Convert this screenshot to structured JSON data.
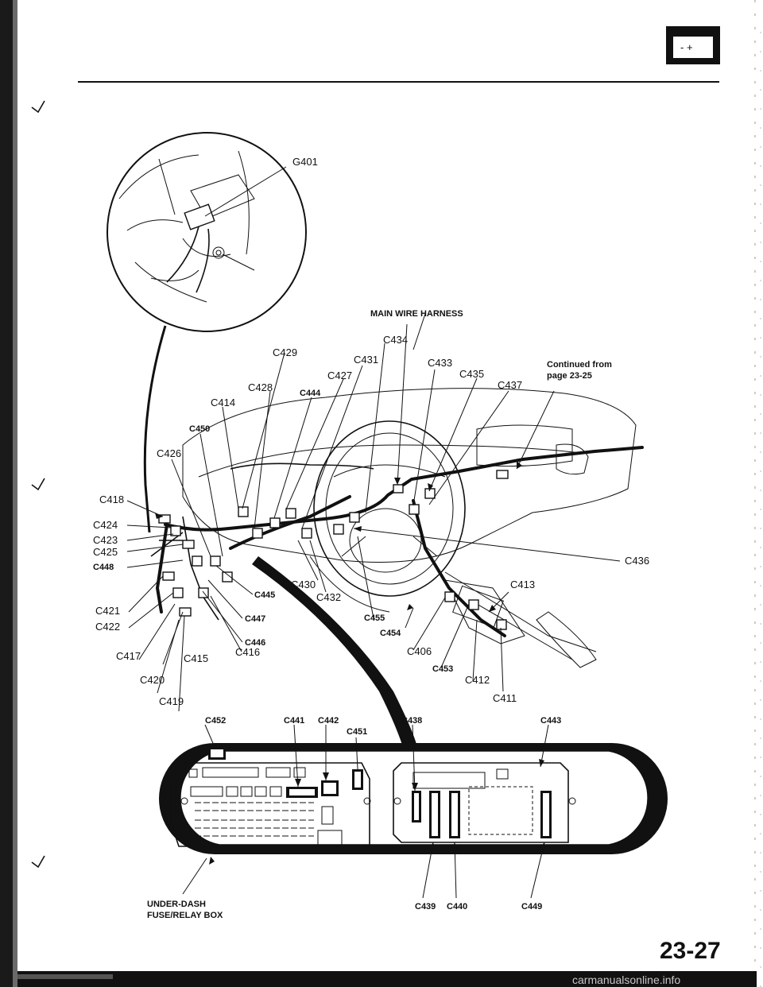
{
  "header": {
    "battery_icon": "battery-icon",
    "battery_symbols": "- +"
  },
  "zoom_inset": {
    "label": "G401"
  },
  "harness": {
    "title": "MAIN WIRE HARNESS",
    "continued_note_line1": "Continued from",
    "continued_note_line2": "page 23-25"
  },
  "connector_labels": [
    {
      "id": "c434",
      "text": "C434",
      "bold": false
    },
    {
      "id": "c429",
      "text": "C429",
      "bold": false
    },
    {
      "id": "c431",
      "text": "C431",
      "bold": false
    },
    {
      "id": "c433",
      "text": "C433",
      "bold": false
    },
    {
      "id": "c427",
      "text": "C427",
      "bold": false
    },
    {
      "id": "c435",
      "text": "C435",
      "bold": false
    },
    {
      "id": "c428",
      "text": "C428",
      "bold": false
    },
    {
      "id": "c437",
      "text": "C437",
      "bold": false
    },
    {
      "id": "c444",
      "text": "C444",
      "bold": true
    },
    {
      "id": "c414",
      "text": "C414",
      "bold": false
    },
    {
      "id": "c450",
      "text": "C450",
      "bold": true
    },
    {
      "id": "c426",
      "text": "C426",
      "bold": false
    },
    {
      "id": "c418",
      "text": "C418",
      "bold": false
    },
    {
      "id": "c424",
      "text": "C424",
      "bold": false
    },
    {
      "id": "c423",
      "text": "C423",
      "bold": false
    },
    {
      "id": "c425",
      "text": "C425",
      "bold": false
    },
    {
      "id": "c448",
      "text": "C448",
      "bold": true
    },
    {
      "id": "c436",
      "text": "C436",
      "bold": false
    },
    {
      "id": "c430",
      "text": "C430",
      "bold": false
    },
    {
      "id": "c432",
      "text": "C432",
      "bold": false
    },
    {
      "id": "c413",
      "text": "C413",
      "bold": false
    },
    {
      "id": "c445",
      "text": "C445",
      "bold": true
    },
    {
      "id": "c421",
      "text": "C421",
      "bold": false
    },
    {
      "id": "c447",
      "text": "C447",
      "bold": true
    },
    {
      "id": "c455",
      "text": "C455",
      "bold": true
    },
    {
      "id": "c422",
      "text": "C422",
      "bold": false
    },
    {
      "id": "c446",
      "text": "C446",
      "bold": true
    },
    {
      "id": "c454",
      "text": "C454",
      "bold": true
    },
    {
      "id": "c416",
      "text": "C416",
      "bold": false
    },
    {
      "id": "c417",
      "text": "C417",
      "bold": false
    },
    {
      "id": "c415",
      "text": "C415",
      "bold": false
    },
    {
      "id": "c406",
      "text": "C406",
      "bold": false
    },
    {
      "id": "c453",
      "text": "C453",
      "bold": true
    },
    {
      "id": "c420",
      "text": "C420",
      "bold": false
    },
    {
      "id": "c412",
      "text": "C412",
      "bold": false
    },
    {
      "id": "c419",
      "text": "C419",
      "bold": false
    },
    {
      "id": "c411",
      "text": "C411",
      "bold": false
    }
  ],
  "fuse_box": {
    "caption_line1": "UNDER-DASH",
    "caption_line2": "FUSE/RELAY BOX",
    "top_labels": [
      {
        "id": "c452",
        "text": "C452"
      },
      {
        "id": "c441",
        "text": "C441"
      },
      {
        "id": "c442",
        "text": "C442"
      },
      {
        "id": "c451",
        "text": "C451"
      },
      {
        "id": "c438",
        "text": "C438"
      },
      {
        "id": "c443",
        "text": "C443"
      }
    ],
    "bottom_labels": [
      {
        "id": "c439",
        "text": "C439"
      },
      {
        "id": "c440",
        "text": "C440"
      },
      {
        "id": "c449",
        "text": "C449"
      }
    ]
  },
  "footer": {
    "page_number": "23-27",
    "watermark": "carmanualsonline.info"
  }
}
